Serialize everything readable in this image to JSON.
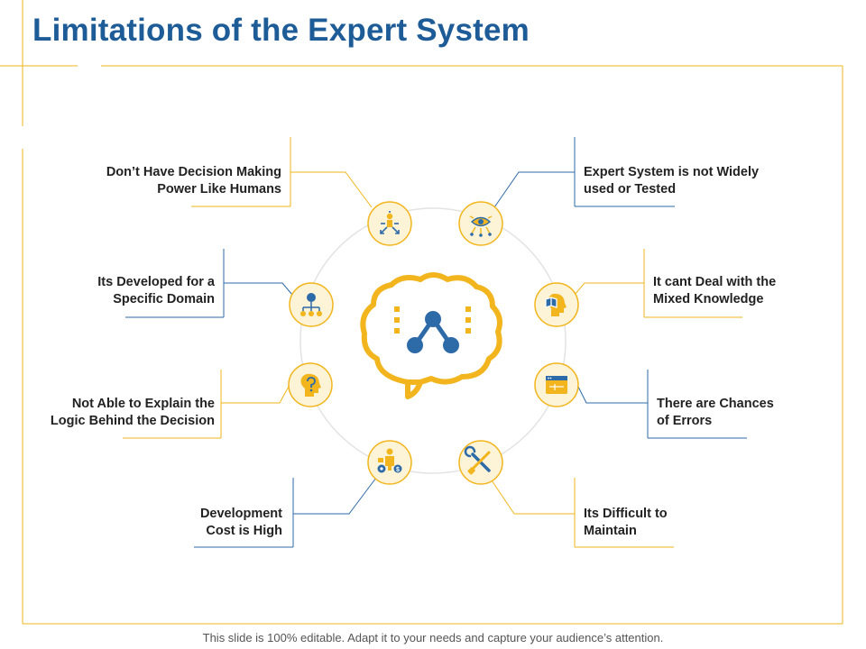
{
  "title": "Limitations of the Expert System",
  "footer": "This slide is 100% editable. Adapt it to your needs and capture your audience’s attention.",
  "colors": {
    "title_blue": "#1e5c97",
    "accent_yellow": "#f2b51d",
    "icon_fill": "#fdf3d6",
    "icon_blue": "#2d6aa8",
    "line_yellow": "#f2b51d",
    "line_blue": "#2d6aa8"
  },
  "limitations": [
    {
      "line1": "Don’t Have Decision Making",
      "line2": "Power Like Humans",
      "icon": "decision-arrows-icon"
    },
    {
      "line1": "Its Developed for a",
      "line2": "Specific Domain",
      "icon": "hierarchy-icon"
    },
    {
      "line1": "Not Able to Explain the",
      "line2": "Logic Behind the Decision",
      "icon": "head-question-icon"
    },
    {
      "line1": "Development",
      "line2": "Cost is High",
      "icon": "person-coins-icon"
    },
    {
      "line1": "Expert System is not Widely",
      "line2": "used or Tested",
      "icon": "eye-network-icon"
    },
    {
      "line1": "It cant Deal with the",
      "line2": "Mixed Knowledge",
      "icon": "head-book-icon"
    },
    {
      "line1": "There are Chances",
      "line2": "of Errors",
      "icon": "browser-error-icon"
    },
    {
      "line1": "Its Difficult to",
      "line2": "Maintain",
      "icon": "tools-icon"
    }
  ],
  "center_icon": "brain-network-icon"
}
